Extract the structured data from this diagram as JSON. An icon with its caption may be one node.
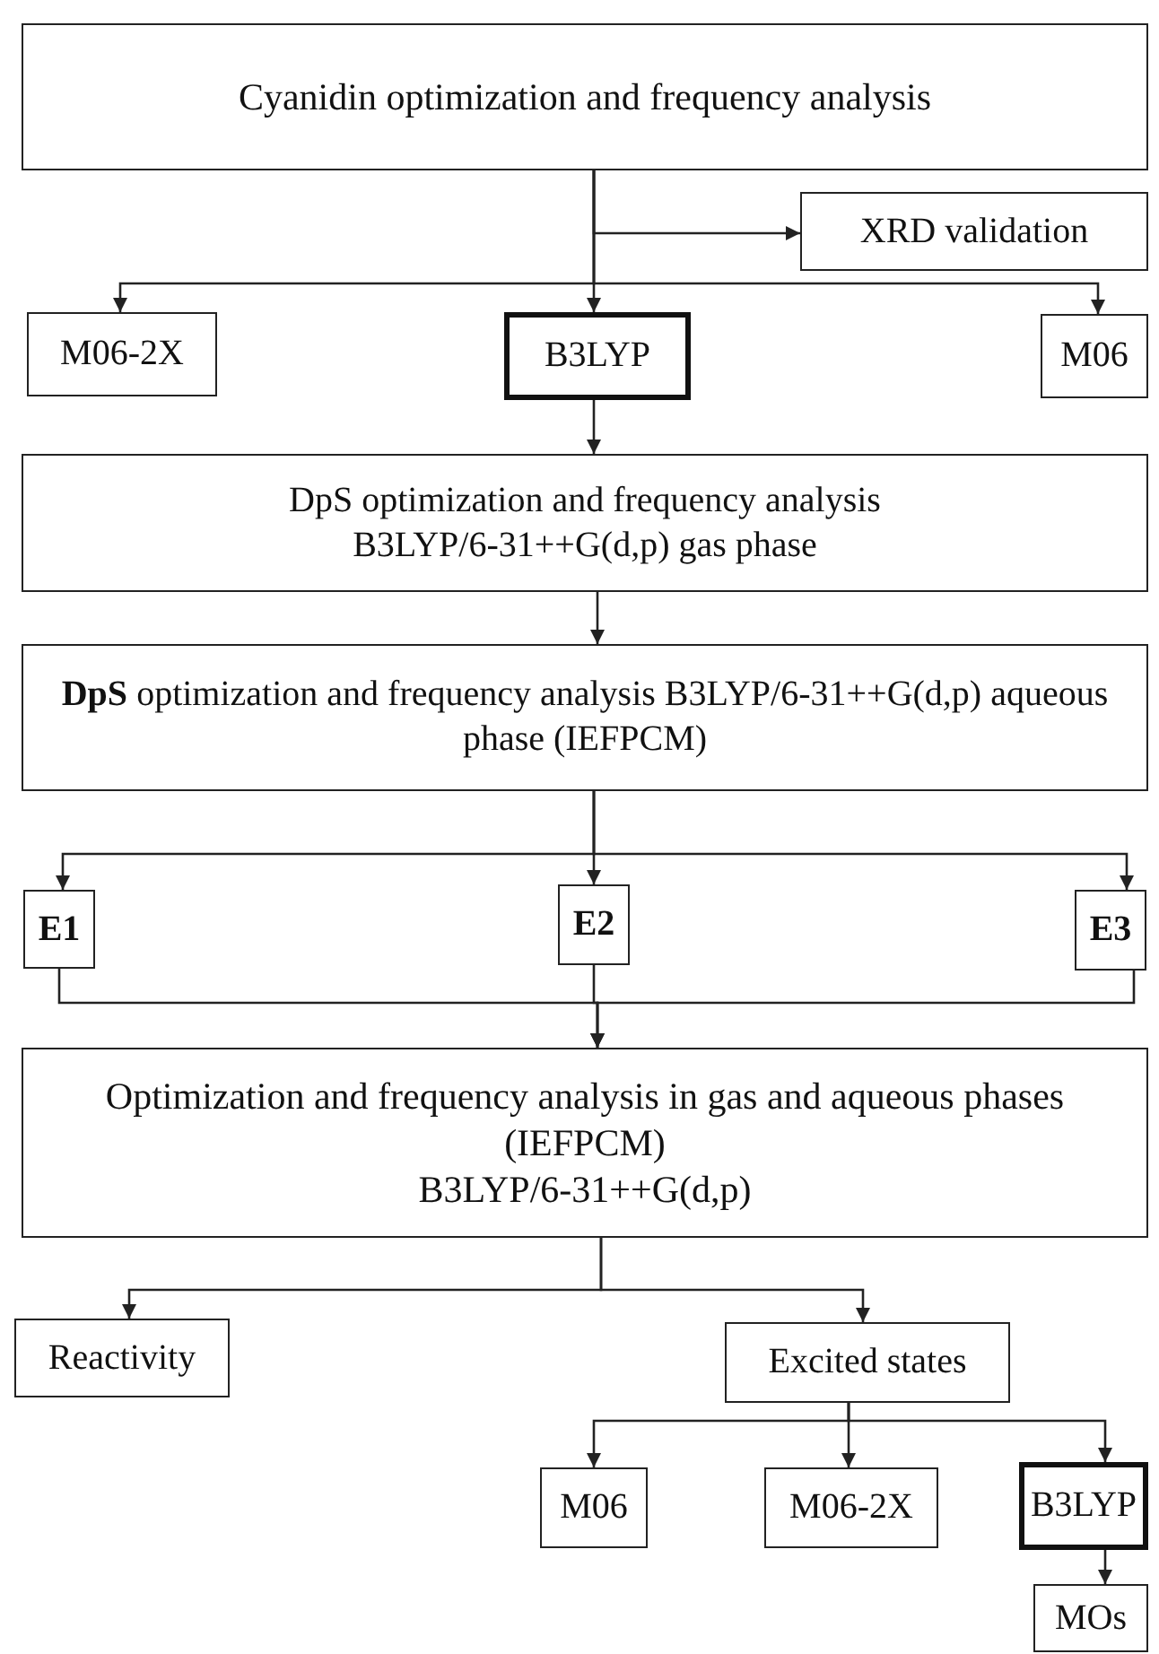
{
  "diagram": {
    "nodes": [
      {
        "text": [
          "Cyanidin optimization and frequency analysis"
        ]
      },
      {
        "text": [
          "XRD validation"
        ]
      },
      {
        "text": [
          "M06-2X"
        ]
      },
      {
        "text": [
          "B3LYP"
        ]
      },
      {
        "text": [
          "M06"
        ]
      },
      {
        "text": [
          "DpS optimization and frequency analysis",
          "B3LYP/6-31++G(d,p) gas phase"
        ]
      },
      {
        "text": [
          "**DpS** optimization and frequency analysis B3LYP/6-31++G(d,p) aqueous phase (IEFPCM)"
        ]
      },
      {
        "text": [
          "E1"
        ]
      },
      {
        "text": [
          "E2"
        ]
      },
      {
        "text": [
          "E3"
        ]
      },
      {
        "text": [
          "Optimization and frequency analysis in gas and aqueous phases (IEFPCM)",
          "B3LYP/6-31++G(d,p)"
        ]
      },
      {
        "text": [
          "Reactivity"
        ]
      },
      {
        "text": [
          "Excited states"
        ]
      },
      {
        "text": [
          "M06"
        ]
      },
      {
        "text": [
          "M06-2X"
        ]
      },
      {
        "text": [
          "B3LYP"
        ]
      },
      {
        "text": [
          "MOs"
        ]
      }
    ],
    "edges": [
      {
        "from": 0,
        "to": 1,
        "arrow": "to"
      },
      {
        "from": 0,
        "to": 2,
        "arrow": "to"
      },
      {
        "from": 0,
        "to": 3,
        "arrow": "to"
      },
      {
        "from": 0,
        "to": 4,
        "arrow": "to"
      },
      {
        "from": 3,
        "to": 5,
        "arrow": "to"
      },
      {
        "from": 5,
        "to": 6,
        "arrow": "to"
      },
      {
        "from": 6,
        "to": 7,
        "arrow": "to"
      },
      {
        "from": 6,
        "to": 8,
        "arrow": "to"
      },
      {
        "from": 6,
        "to": 9,
        "arrow": "to"
      },
      {
        "from": 7,
        "to": 10,
        "arrow": "to"
      },
      {
        "from": 8,
        "to": 10,
        "arrow": "to"
      },
      {
        "from": 9,
        "to": 10,
        "arrow": "to"
      },
      {
        "from": 10,
        "to": 11,
        "arrow": "to"
      },
      {
        "from": 10,
        "to": 12,
        "arrow": "to"
      },
      {
        "from": 12,
        "to": 13,
        "arrow": "to"
      },
      {
        "from": 12,
        "to": 14,
        "arrow": "to"
      },
      {
        "from": 12,
        "to": 15,
        "arrow": "to"
      },
      {
        "from": 15,
        "to": 16,
        "arrow": "to"
      }
    ]
  }
}
